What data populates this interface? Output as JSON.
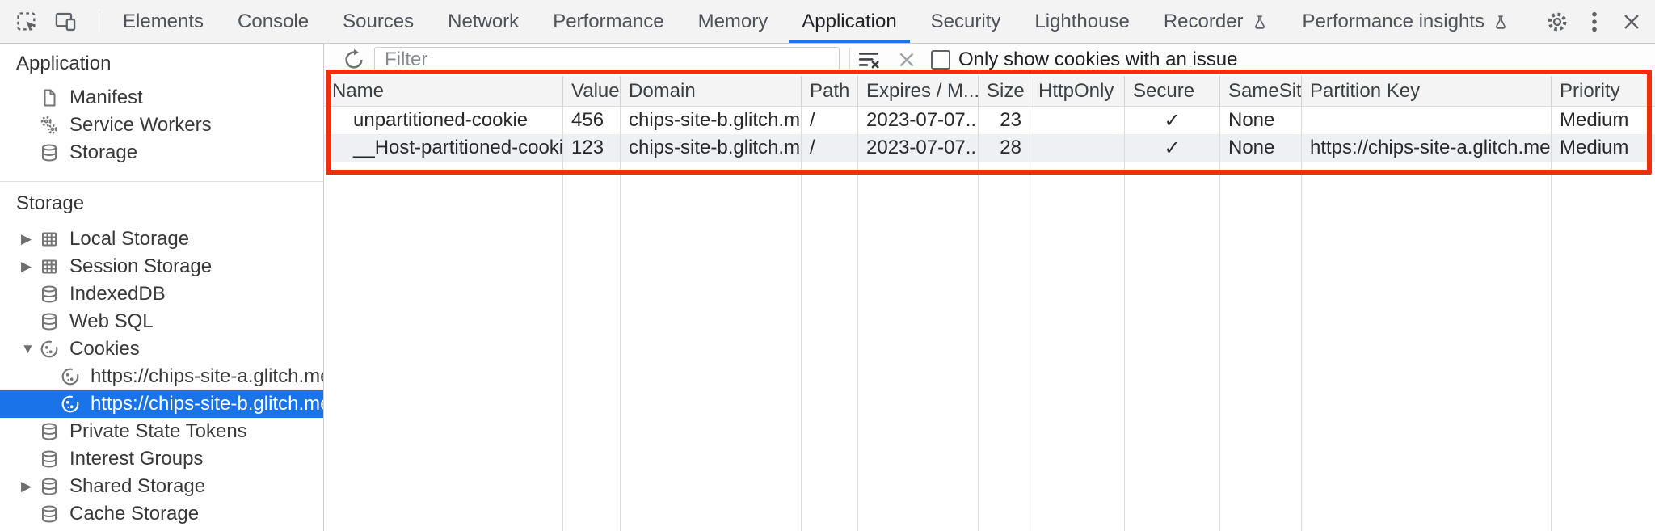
{
  "tabbar": {
    "tabs": [
      {
        "label": "Elements"
      },
      {
        "label": "Console"
      },
      {
        "label": "Sources"
      },
      {
        "label": "Network"
      },
      {
        "label": "Performance"
      },
      {
        "label": "Memory"
      },
      {
        "label": "Application",
        "active": true
      },
      {
        "label": "Security"
      },
      {
        "label": "Lighthouse"
      },
      {
        "label": "Recorder",
        "experimental": true
      },
      {
        "label": "Performance insights",
        "experimental": true
      }
    ],
    "active_tab": "Application",
    "left_icons": [
      "inspect-icon",
      "device-toolbar-icon"
    ],
    "right_icons": [
      "gear-icon",
      "more-vertical-icon",
      "close-icon"
    ]
  },
  "sidebar": {
    "sections": [
      {
        "title": "Application",
        "items": [
          {
            "label": "Manifest",
            "icon": "file-icon"
          },
          {
            "label": "Service Workers",
            "icon": "gears-icon"
          },
          {
            "label": "Storage",
            "icon": "database-icon"
          }
        ]
      },
      {
        "title": "Storage",
        "items": [
          {
            "label": "Local Storage",
            "icon": "grid-icon",
            "expandable": true,
            "expanded": false
          },
          {
            "label": "Session Storage",
            "icon": "grid-icon",
            "expandable": true,
            "expanded": false
          },
          {
            "label": "IndexedDB",
            "icon": "database-icon"
          },
          {
            "label": "Web SQL",
            "icon": "database-icon"
          },
          {
            "label": "Cookies",
            "icon": "cookie-icon",
            "expandable": true,
            "expanded": true,
            "children": [
              {
                "label": "https://chips-site-a.glitch.me",
                "icon": "cookie-icon"
              },
              {
                "label": "https://chips-site-b.glitch.me",
                "icon": "cookie-icon",
                "selected": true
              }
            ]
          },
          {
            "label": "Private State Tokens",
            "icon": "database-icon"
          },
          {
            "label": "Interest Groups",
            "icon": "database-icon"
          },
          {
            "label": "Shared Storage",
            "icon": "database-icon",
            "expandable": true,
            "expanded": false
          },
          {
            "label": "Cache Storage",
            "icon": "database-icon"
          }
        ]
      }
    ],
    "selected_item": "https://chips-site-b.glitch.me"
  },
  "toolbar": {
    "filter_placeholder": "Filter",
    "filter_value": "",
    "issue_checkbox_label": "Only show cookies with an issue",
    "issue_checkbox_checked": false
  },
  "table": {
    "columns": [
      "Name",
      "Value",
      "Domain",
      "Path",
      "Expires / M...",
      "Size",
      "HttpOnly",
      "Secure",
      "SameSite",
      "Partition Key",
      "Priority"
    ],
    "rows": [
      {
        "name": "unpartitioned-cookie",
        "value": "456",
        "domain": "chips-site-b.glitch.me",
        "path": "/",
        "expires": "2023-07-07...",
        "size": "23",
        "http_only": "",
        "secure": "✓",
        "same_site": "None",
        "partition_key": "",
        "priority": "Medium"
      },
      {
        "name": "__Host-partitioned-cookie",
        "value": "123",
        "domain": "chips-site-b.glitch.me",
        "path": "/",
        "expires": "2023-07-07...",
        "size": "28",
        "http_only": "",
        "secure": "✓",
        "same_site": "None",
        "partition_key": "https://chips-site-a.glitch.me",
        "priority": "Medium"
      }
    ]
  },
  "annotation": {
    "shape": "rectangle",
    "color": "#f0300c",
    "around": "cookie table header and rows"
  },
  "colors": {
    "accent_blue": "#1a73e8",
    "selected_item_bg": "#1a73e8",
    "selected_item_text": "#ffffff",
    "tabbar_bg": "#f3f3f3",
    "table_header_bg": "#f4f4f4",
    "alt_row_bg": "#eef0f3",
    "annotation_red": "#f0300c"
  }
}
